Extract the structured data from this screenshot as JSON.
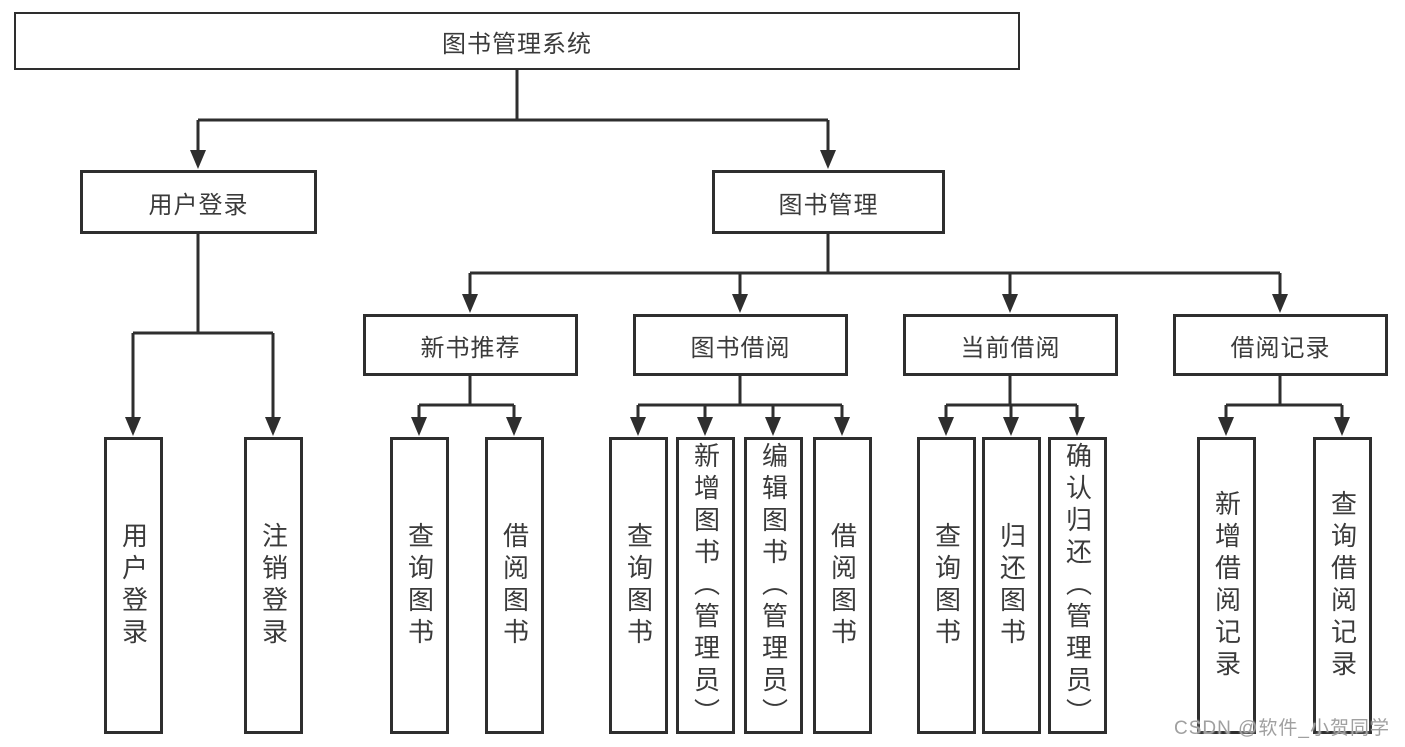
{
  "nodes": {
    "root": {
      "label": "图书管理系统"
    },
    "user_login": {
      "label": "用户登录"
    },
    "book_mgmt": {
      "label": "图书管理"
    },
    "new_book_rec": {
      "label": "新书推荐"
    },
    "book_borrow": {
      "label": "图书借阅"
    },
    "current_borrow": {
      "label": "当前借阅"
    },
    "borrow_records": {
      "label": "借阅记录"
    },
    "leaf_user_login": {
      "label": "用户登录"
    },
    "leaf_logout": {
      "label": "注销登录"
    },
    "leaf_rec_query_books": {
      "label": "查询图书"
    },
    "leaf_rec_borrow_books": {
      "label": "借阅图书"
    },
    "leaf_bb_query_books": {
      "label": "查询图书"
    },
    "leaf_bb_add_books": {
      "label": "新增图书（管理员）"
    },
    "leaf_bb_edit_books": {
      "label": "编辑图书（管理员）"
    },
    "leaf_bb_borrow_books": {
      "label": "借阅图书"
    },
    "leaf_cb_query_books": {
      "label": "查询图书"
    },
    "leaf_cb_return_books": {
      "label": "归还图书"
    },
    "leaf_cb_confirm_return": {
      "label": "确认归还（管理员）"
    },
    "leaf_br_add_record": {
      "label": "新增借阅记录"
    },
    "leaf_br_query_record": {
      "label": "查询借阅记录"
    }
  },
  "hierarchy": {
    "图书管理系统": {
      "用户登录": [
        "用户登录",
        "注销登录"
      ],
      "图书管理": {
        "新书推荐": [
          "查询图书",
          "借阅图书"
        ],
        "图书借阅": [
          "查询图书",
          "新增图书（管理员）",
          "编辑图书（管理员）",
          "借阅图书"
        ],
        "当前借阅": [
          "查询图书",
          "归还图书",
          "确认归还（管理员）"
        ],
        "借阅记录": [
          "新增借阅记录",
          "查询借阅记录"
        ]
      }
    }
  },
  "watermark": {
    "text": "CSDN @软件_小贺同学"
  },
  "colors": {
    "line": "#2e2e2e",
    "text": "#3b3b3b",
    "background": "#ffffff",
    "watermark": "#a0a0a0"
  }
}
